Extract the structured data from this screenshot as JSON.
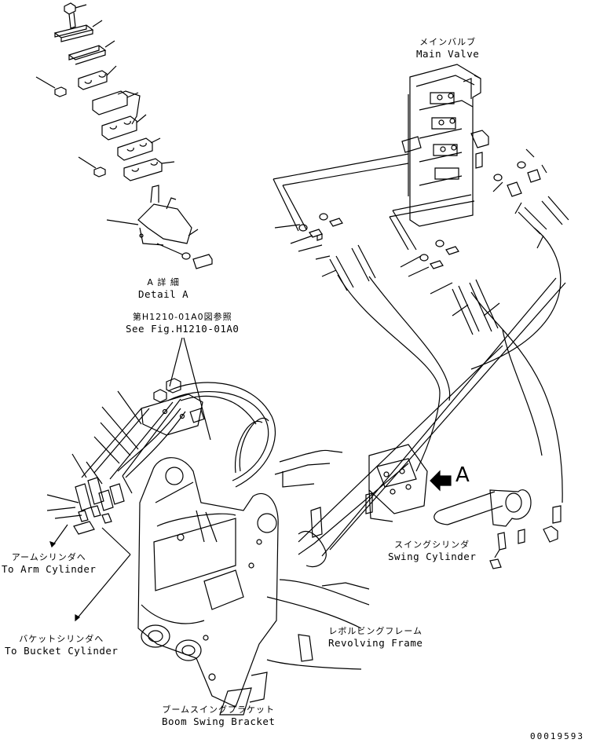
{
  "labels": {
    "main_valve": {
      "jp": "メインバルブ",
      "en": "Main Valve"
    },
    "detail_a": {
      "jp": "A 詳 細",
      "en": "Detail A"
    },
    "see_fig": {
      "jp": "第H1210-01A0図参照",
      "en": "See Fig.H1210-01A0"
    },
    "arm_cylinder": {
      "jp": "アームシリンダへ",
      "en": "To Arm Cylinder"
    },
    "bucket_cylinder": {
      "jp": "バケットシリンダへ",
      "en": "To Bucket Cylinder"
    },
    "swing_cylinder": {
      "jp": "スイングシリンダ",
      "en": "Swing Cylinder"
    },
    "revolving_frame": {
      "jp": "レボルビングフレーム",
      "en": "Revolving Frame"
    },
    "boom_swing_bracket": {
      "jp": "ブームスイングブラケット",
      "en": "Boom Swing Bracket"
    }
  },
  "view_arrow_letter": "A",
  "drawing_number": "00019593"
}
